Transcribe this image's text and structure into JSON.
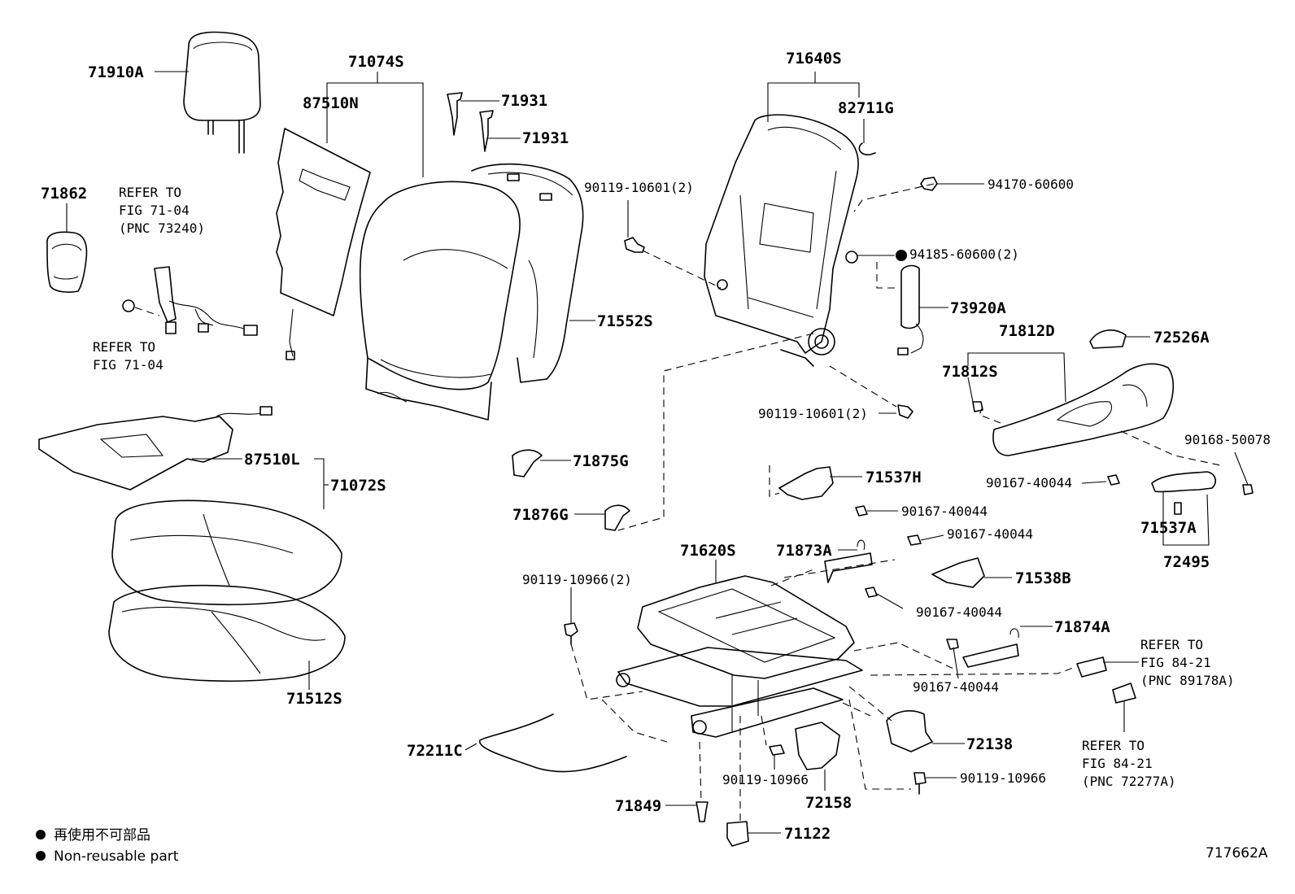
{
  "labels": {
    "p71910A": "71910A",
    "p71074S": "71074S",
    "p87510N": "87510N",
    "p71931a": "71931",
    "p71931b": "71931",
    "p71640S": "71640S",
    "p82711G": "82711G",
    "p71862": "71862",
    "ref7104a_1": "REFER TO",
    "ref7104a_2": "FIG 71-04",
    "ref7104a_3": "(PNC 73240)",
    "ref7104b_1": "REFER TO",
    "ref7104b_2": "FIG 71-04",
    "p90119_10601a": "90119-10601(2)",
    "p94170_60600": "94170-60600",
    "p94185_60600": "94185-60600(2)",
    "p73920A": "73920A",
    "p71552S": "71552S",
    "p71812D": "71812D",
    "p72526A": "72526A",
    "p71812S": "71812S",
    "p90119_10601b": "90119-10601(2)",
    "p87510L": "87510L",
    "p71072S": "71072S",
    "p71875G": "71875G",
    "p71876G": "71876G",
    "p71537H": "71537H",
    "p90167_40044a": "90167-40044",
    "p90168_50078": "90168-50078",
    "p90167_40044b": "90167-40044",
    "p71537A": "71537A",
    "p72495": "72495",
    "p90167_40044c": "90167-40044",
    "p71620S": "71620S",
    "p71873A": "71873A",
    "p71538B": "71538B",
    "p90119_10966a": "90119-10966(2)",
    "p90167_40044d": "90167-40044",
    "p71874A": "71874A",
    "ref8421a_1": "REFER TO",
    "ref8421a_2": "FIG 84-21",
    "ref8421a_3": "(PNC 89178A)",
    "p90167_40044e": "90167-40044",
    "p71512S": "71512S",
    "p72211C": "72211C",
    "p72138": "72138",
    "ref8421b_1": "REFER TO",
    "ref8421b_2": "FIG 84-21",
    "ref8421b_3": "(PNC 72277A)",
    "p90119_10966b": "90119-10966",
    "p90119_10966c": "90119-10966",
    "p72158": "72158",
    "p71849": "71849",
    "p71122": "71122"
  },
  "legend": {
    "jp": "再使用不可部品",
    "en": "Non-reusable part"
  },
  "figure_id": "717662A"
}
